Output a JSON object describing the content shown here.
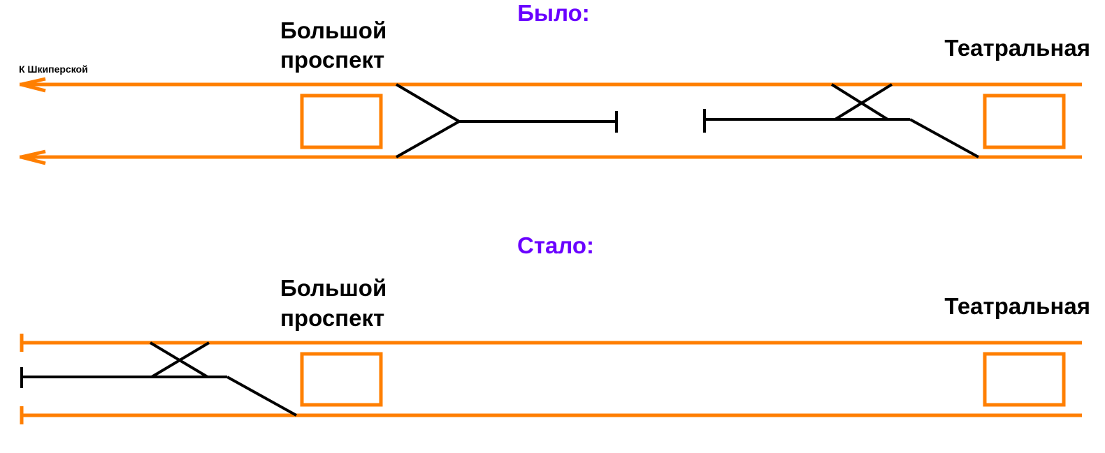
{
  "colors": {
    "track": "#ff7f00",
    "siding": "#000000",
    "heading": "#6a00ff"
  },
  "before": {
    "title": "Было:",
    "station_left_line1": "Большой",
    "station_left_line2": "проспект",
    "station_right": "Театральная",
    "direction_label": "К Шкиперской"
  },
  "after": {
    "title": "Стало:",
    "station_left_line1": "Большой",
    "station_left_line2": "проспект",
    "station_right": "Театральная"
  }
}
